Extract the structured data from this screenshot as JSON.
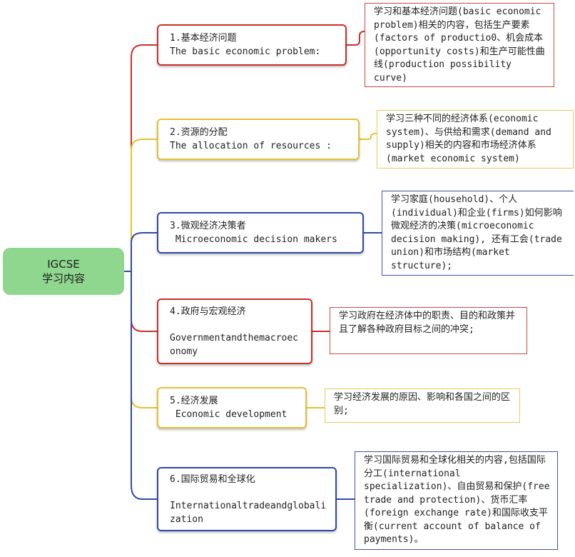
{
  "root": {
    "line1": "IGCSE",
    "line2": "学习内容"
  },
  "colors": {
    "red": "#c8302a",
    "yellow": "#e3c230",
    "blue": "#2f4aa7",
    "root": "#8fd68e"
  },
  "topics": [
    {
      "title": "1.基本经济问题",
      "subtitle": "The basic economic problem:",
      "detail": "学习和基本经济问题(basic economic problem)相关的内容，包括生产要素(factors of productio0、机会成本 (opportunity costs)和生产可能性曲线(production possibility curve)"
    },
    {
      "title": "2.资源的分配",
      "subtitle": "The allocation of resources :",
      "detail": "学习三种不同的经济体系(economic system)、与供给和需求(demand and supply)相关的内容和市场经济体系(market economic system)"
    },
    {
      "title": "3.微观经济决策者",
      "subtitle": " Microeconomic decision makers",
      "detail": "学习家庭(household)、个人(individual)和企业(firms)如何影响微观经济的决策(microeconomic decision making), 还有工会(trade union)和市场结构(market structure);"
    },
    {
      "title": "4.政府与宏观经济",
      "subtitle": "Governmentandthemacroeconomy",
      "detail": "学习政府在经济体中的职责、目的和政策并且了解各种政府目标之间的冲突;"
    },
    {
      "title": "5.经济发展",
      "subtitle": " Economic development",
      "detail": "学习经济发展的原因、影响和各国之间的区别;"
    },
    {
      "title": "6.国际贸易和全球化",
      "subtitle": "Internationaltradeandglobalization",
      "detail": "学习国际贸易和全球化相关的内容,包括国际分工(international specialization)、自由贸易和保护(free trade and protection)、货币汇率(foreign exchange rate)和国际收支平衡(current account of balance of payments)。"
    }
  ]
}
